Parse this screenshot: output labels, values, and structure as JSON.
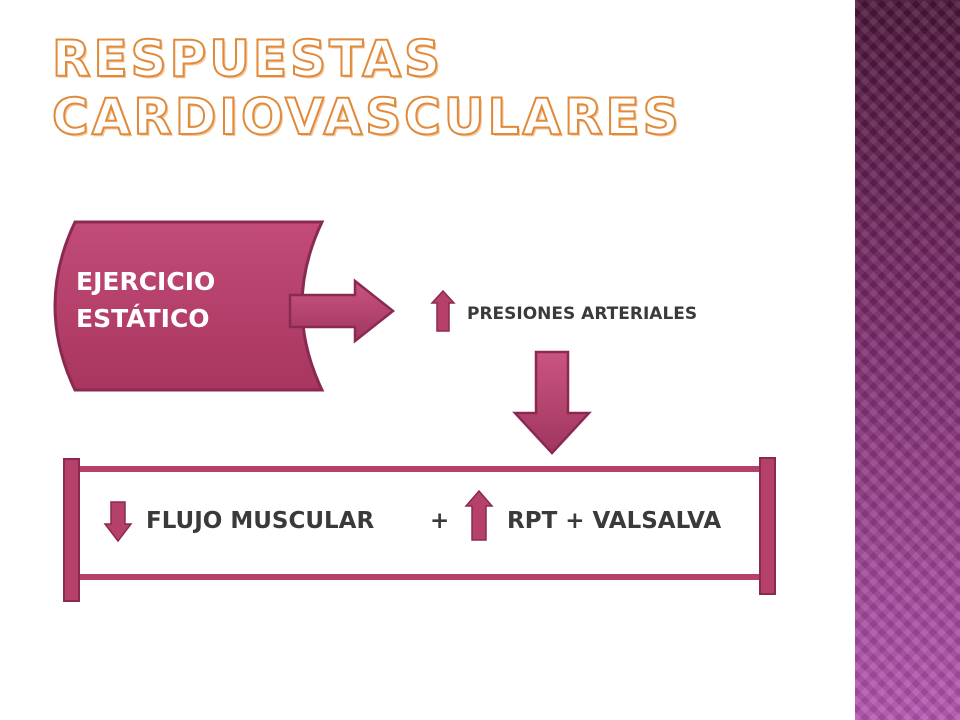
{
  "title": {
    "line1": "RESPUESTAS",
    "line2": "CARDIOVASCULARES"
  },
  "start_shape": {
    "line1": "EJERCICIO",
    "line2": "ESTÁTICO"
  },
  "effect1": {
    "text": "PRESIONES ARTERIALES",
    "direction": "up"
  },
  "result": {
    "term1": {
      "text": "FLUJO MUSCULAR",
      "direction": "down"
    },
    "operator": "+",
    "term2": {
      "text": "RPT + VALSALVA",
      "direction": "up"
    }
  },
  "colors": {
    "accent": "#b5406a",
    "accent_dark": "#8a2a52",
    "title_outline": "#e08a3a",
    "band_top": "#4a1538",
    "band_bottom": "#b455b0"
  }
}
